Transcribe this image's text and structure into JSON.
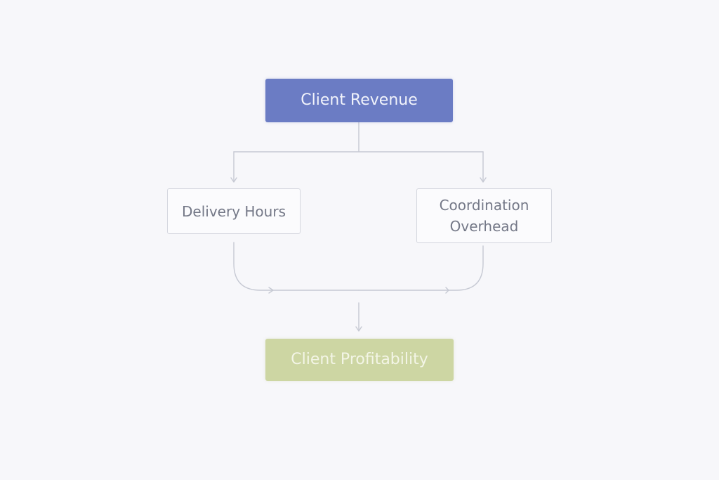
{
  "diagram": {
    "nodes": {
      "revenue": {
        "label": "Client Revenue",
        "color": "#6b7cc4"
      },
      "delivery": {
        "label": "Delivery Hours"
      },
      "coordination": {
        "label": "Coordination Overhead"
      },
      "profitability": {
        "label": "Client Profitability",
        "color": "#cdd6a3"
      }
    },
    "edges": [
      {
        "from": "revenue",
        "to": "delivery"
      },
      {
        "from": "revenue",
        "to": "coordination"
      },
      {
        "from": "delivery",
        "to": "profitability"
      },
      {
        "from": "coordination",
        "to": "profitability"
      }
    ],
    "connector_color": "#c6c9d3"
  }
}
